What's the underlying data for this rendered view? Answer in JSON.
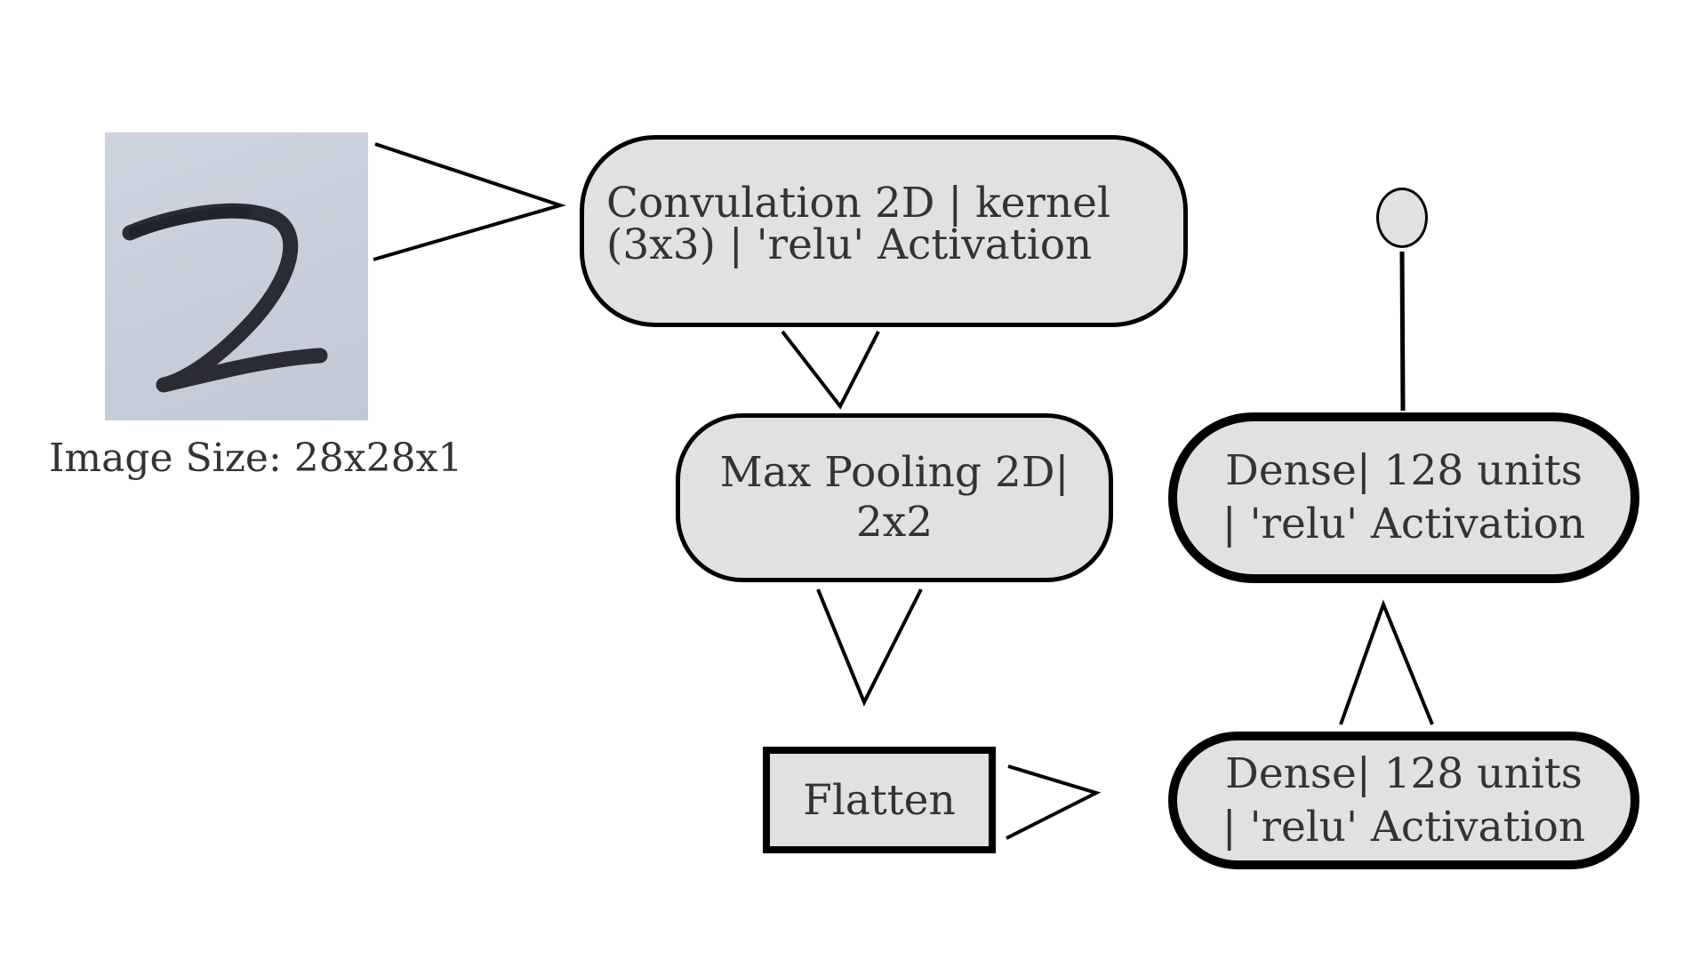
{
  "input": {
    "caption": "Image Size: 28x28x1"
  },
  "layers": {
    "conv": "Convulation 2D | kernel (3x3) | 'relu' Activation",
    "pool": "Max Pooling 2D| 2x2",
    "flatten": "Flatten",
    "dense_bottom": "Dense| 128 units | 'relu' Activation",
    "dense_top": "Dense| 128 units | 'relu' Activation"
  },
  "colors": {
    "node_fill": "#e1e1e1",
    "stroke": "#000000",
    "text": "#333333",
    "image_background": "#c9cfda"
  }
}
